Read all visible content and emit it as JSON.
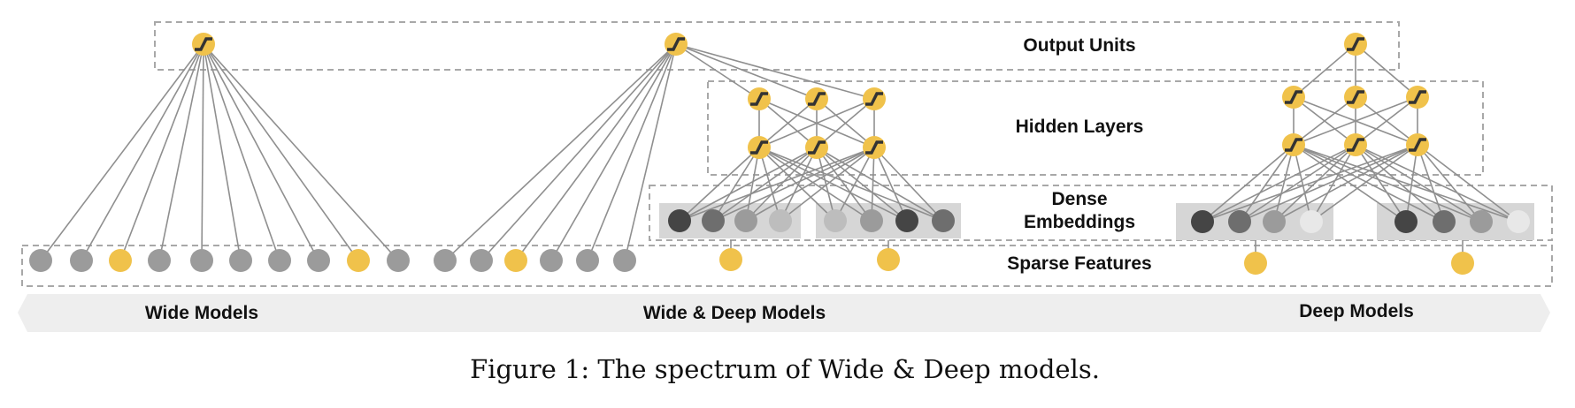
{
  "labels": {
    "output_units": "Output Units",
    "hidden_layers": "Hidden Layers",
    "dense_embeddings_line1": "Dense",
    "dense_embeddings_line2": "Embeddings",
    "sparse_features": "Sparse Features"
  },
  "spectrum": {
    "wide": "Wide Models",
    "wide_deep": "Wide & Deep Models",
    "deep": "Deep Models"
  },
  "caption": "Figure 1: The spectrum of Wide & Deep models.",
  "colors": {
    "active_unit": "#f0c24b",
    "feature_gray": "#9b9b9b",
    "edge": "#8f8f8f",
    "box_border": "#a8a8a8",
    "embedding_bg": "#d6d6d6",
    "arrow_bg": "#eeeeee",
    "embedding_shades": [
      "#454545",
      "#6e6e6e",
      "#a6a6a6",
      "#e8e8e8"
    ]
  },
  "icons": {
    "unit": "sigmoid-unit-icon"
  }
}
